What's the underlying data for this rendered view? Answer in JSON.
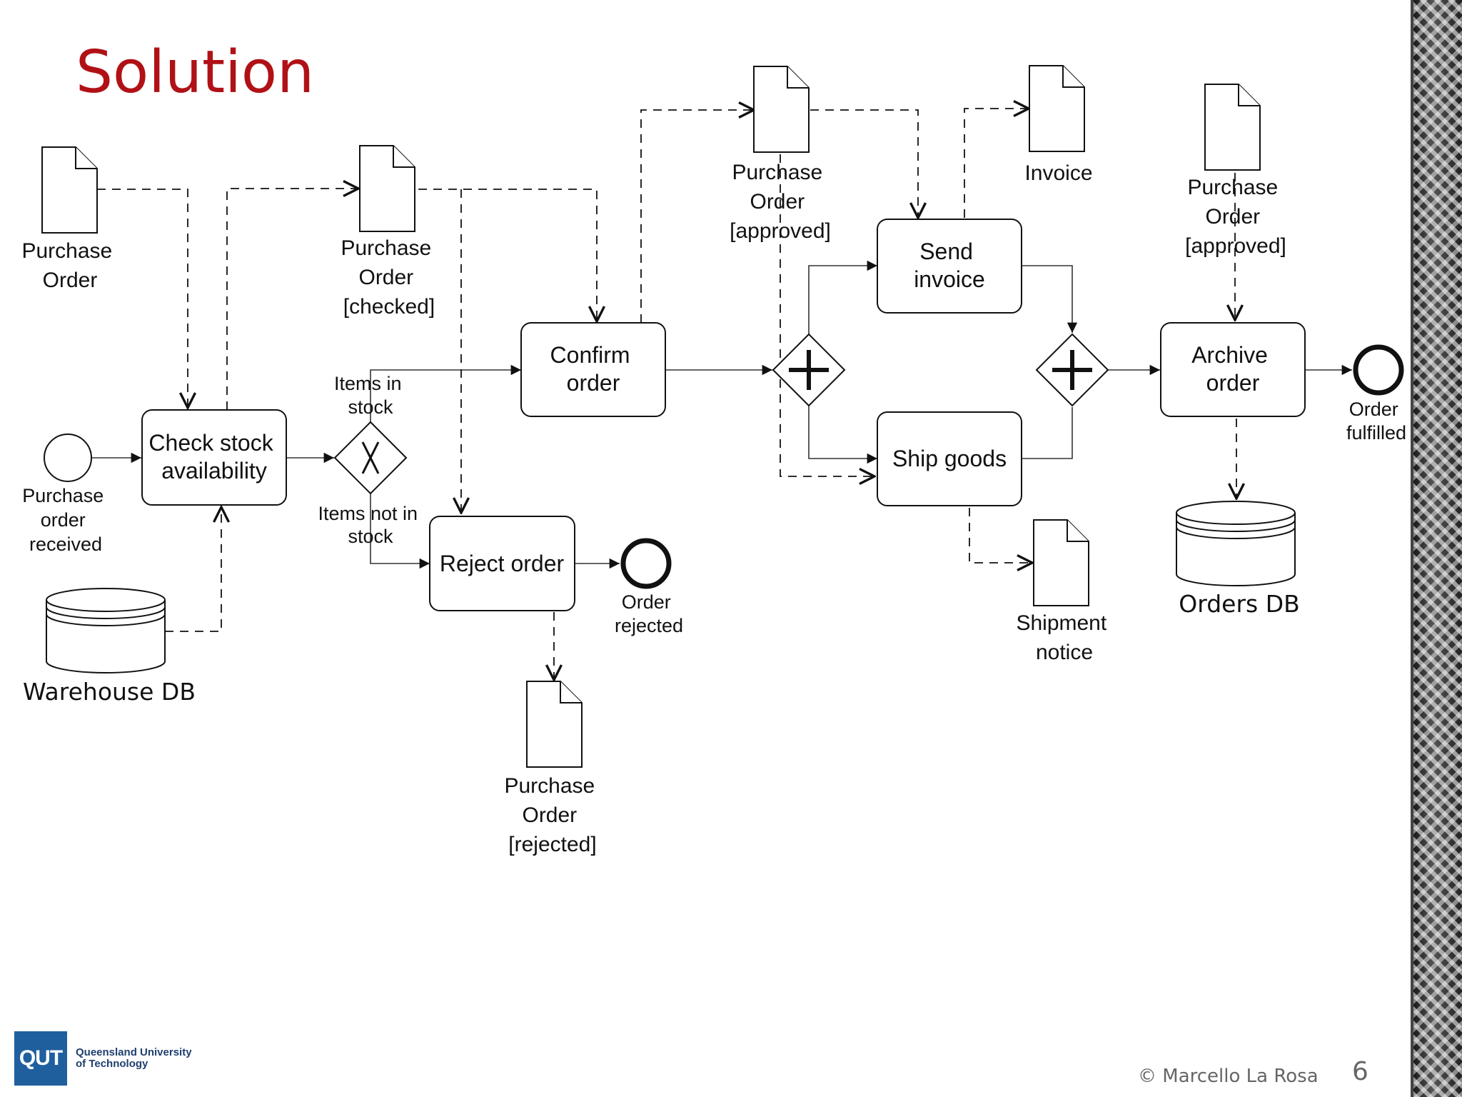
{
  "slide": {
    "title": "Solution",
    "credit": "© Marcello La Rosa",
    "page_number": "6"
  },
  "logo": {
    "mark": "QUT",
    "line1": "Queensland University",
    "line2": "of Technology"
  },
  "diagram": {
    "start_event": [
      "Purchase",
      "order",
      "received"
    ],
    "tasks": {
      "check_stock": [
        "Check stock",
        "availability"
      ],
      "confirm_order": [
        "Confirm",
        "order"
      ],
      "reject_order": [
        "Reject order"
      ],
      "send_invoice": [
        "Send",
        "invoice"
      ],
      "ship_goods": [
        "Ship goods"
      ],
      "archive_order": [
        "Archive",
        "order"
      ]
    },
    "gateway_labels": {
      "in_stock": [
        "Items in",
        "stock"
      ],
      "not_in_stock": [
        "Items not in",
        "stock"
      ]
    },
    "end_events": {
      "rejected": [
        "Order",
        "rejected"
      ],
      "fulfilled": [
        "Order",
        "fulfilled"
      ]
    },
    "data_objects": {
      "purchase_order": [
        "Purchase",
        "Order"
      ],
      "po_checked": [
        "Purchase",
        "Order",
        "[checked]"
      ],
      "po_approved_1": [
        "Purchase",
        "Order",
        "[approved]"
      ],
      "invoice": [
        "Invoice"
      ],
      "po_approved_2": [
        "Purchase",
        "Order",
        "[approved]"
      ],
      "shipment_notice": [
        "Shipment",
        "notice"
      ],
      "po_rejected": [
        "Purchase",
        "Order",
        "[rejected]"
      ]
    },
    "data_stores": {
      "warehouse": "Warehouse DB",
      "orders": "Orders DB"
    }
  }
}
